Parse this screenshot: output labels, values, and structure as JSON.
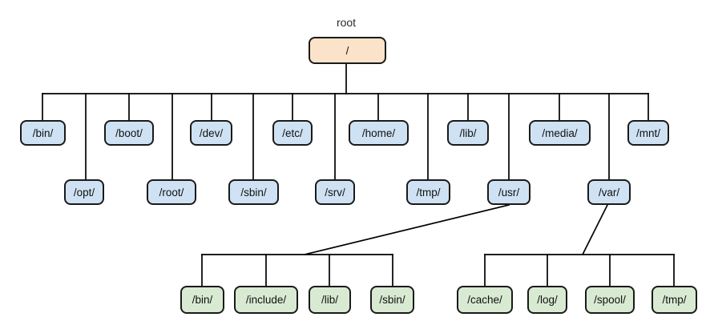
{
  "diagram": {
    "root_caption": "root",
    "root": "/",
    "children_row1": [
      "/bin/",
      "/boot/",
      "/dev/",
      "/etc/",
      "/home/",
      "/lib/",
      "/media/",
      "/mnt/"
    ],
    "children_row2": [
      "/opt/",
      "/root/",
      "/sbin/",
      "/srv/",
      "/tmp/",
      "/usr/",
      "/var/"
    ],
    "usr_children": [
      "/bin/",
      "/include/",
      "/lib/",
      "/sbin/"
    ],
    "var_children": [
      "/cache/",
      "/log/",
      "/spool/",
      "/tmp/"
    ]
  },
  "colors": {
    "root_fill": "#fbe3c9",
    "directory_fill": "#cfe2f3",
    "subdirectory_fill": "#d9ead3",
    "node_stroke": "#1a1a1a",
    "connector": "#000000",
    "background": "#ffffff"
  }
}
